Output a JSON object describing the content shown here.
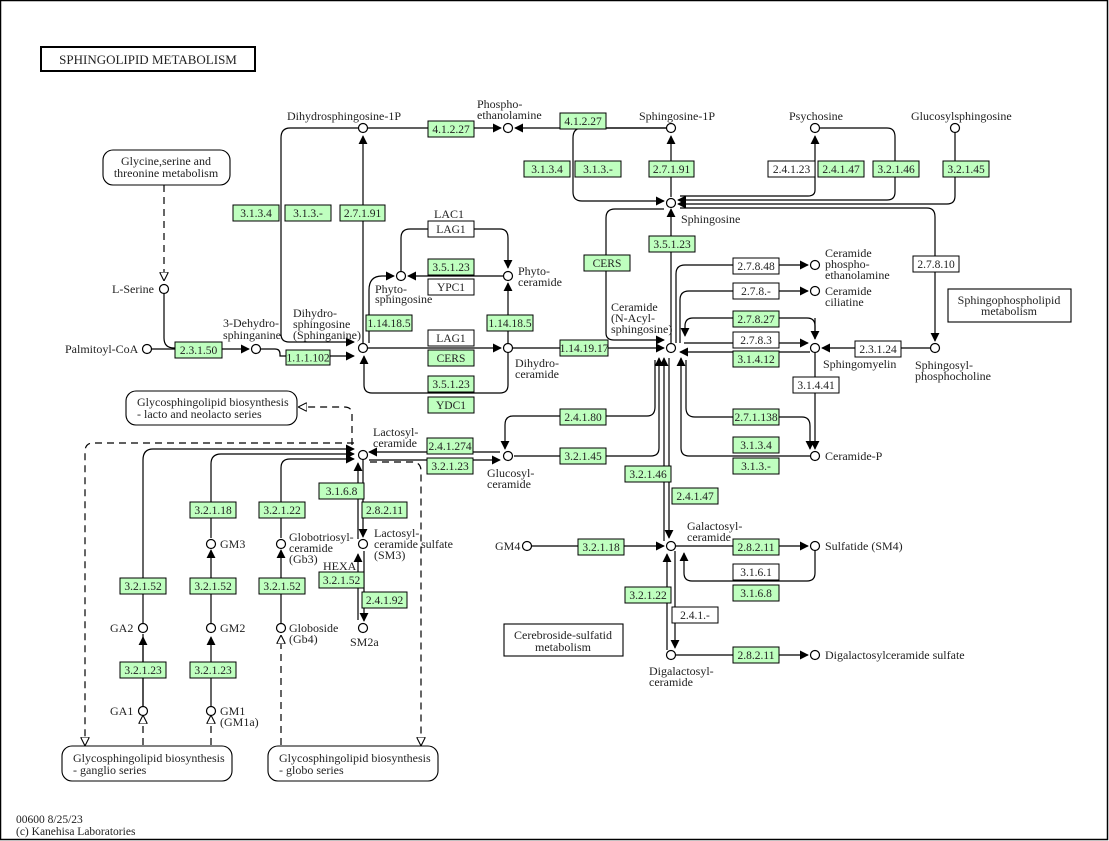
{
  "title": "SPHINGOLIPID  METABOLISM",
  "footer": {
    "line1": "00600 8/25/23",
    "line2": "(c) Kanehisa Laboratories"
  },
  "colors": {
    "enzyme_found": "#bfffbf",
    "enzyme_absent": "#ffffff",
    "line": "#000000"
  },
  "maps": [
    {
      "id": "gly_ser_thr",
      "lines": [
        "Glycine,serine and",
        "threonine metabolism"
      ]
    },
    {
      "id": "gsl_lacto",
      "lines": [
        "Glycosphingolipid biosynthesis",
        "- lacto and neolacto series"
      ]
    },
    {
      "id": "gsl_ganglio",
      "lines": [
        "Glycosphingolipid biosynthesis",
        "- ganglio series"
      ]
    },
    {
      "id": "gsl_globo",
      "lines": [
        "Glycosphingolipid biosynthesis",
        "- globo series"
      ]
    },
    {
      "id": "sphingophospholipid",
      "lines": [
        "Sphingophospholipid",
        "metabolism"
      ]
    },
    {
      "id": "cerebroside_sulfatide",
      "lines": [
        "Cerebroside-sulfatid",
        "metabolism"
      ]
    }
  ],
  "compounds": [
    {
      "id": "l_serine",
      "lines": [
        "L-Serine"
      ]
    },
    {
      "id": "palmitoyl_coa",
      "lines": [
        "Palmitoyl-CoA"
      ]
    },
    {
      "id": "dehydrosphinganine",
      "lines": [
        "3-Dehydro-",
        "sphinganine"
      ]
    },
    {
      "id": "sphinganine",
      "lines": [
        "Dihydro-",
        "sphingosine",
        "(Sphinganine)"
      ]
    },
    {
      "id": "sphinganine_1p",
      "lines": [
        "Dihydrosphingosine-1P"
      ]
    },
    {
      "id": "phosphoethanolamine",
      "lines": [
        "Phospho-",
        "ethanolamine"
      ]
    },
    {
      "id": "sphingosine_1p",
      "lines": [
        "Sphingosine-1P"
      ]
    },
    {
      "id": "psychosine",
      "lines": [
        "Psychosine"
      ]
    },
    {
      "id": "glucosylsphingosine",
      "lines": [
        "Glucosylsphingosine"
      ]
    },
    {
      "id": "sphingosine",
      "lines": [
        "Sphingosine"
      ]
    },
    {
      "id": "phytosphingosine",
      "lines": [
        "Phyto-",
        "sphingosine"
      ]
    },
    {
      "id": "phytoceramide",
      "lines": [
        "Phyto-",
        "ceramide"
      ]
    },
    {
      "id": "dihydroceramide",
      "lines": [
        "Dihydro-",
        "ceramide"
      ]
    },
    {
      "id": "ceramide",
      "lines": [
        "Ceramide",
        "(N-Acyl-",
        "sphingosine)"
      ]
    },
    {
      "id": "cer_pe",
      "lines": [
        "Ceramide",
        "phospho-",
        "ethanolamine"
      ]
    },
    {
      "id": "cer_ciliatine",
      "lines": [
        "Ceramide",
        "ciliatine"
      ]
    },
    {
      "id": "sphingomyelin",
      "lines": [
        "Sphingomyelin"
      ]
    },
    {
      "id": "sphingosylpc",
      "lines": [
        "Sphingosyl-",
        "phosphocholine"
      ]
    },
    {
      "id": "ceramide_p",
      "lines": [
        "Ceramide-P"
      ]
    },
    {
      "id": "lactosylceramide",
      "lines": [
        "Lactosyl-",
        "ceramide"
      ]
    },
    {
      "id": "glucosylceramide",
      "lines": [
        "Glucosyl-",
        "ceramide"
      ]
    },
    {
      "id": "galactosylceramide",
      "lines": [
        "Galactosyl-",
        "ceramide"
      ]
    },
    {
      "id": "gm4",
      "lines": [
        "GM4"
      ]
    },
    {
      "id": "sulfatide",
      "lines": [
        "Sulfatide (SM4)"
      ]
    },
    {
      "id": "digalactosylceramide",
      "lines": [
        "Digalactosyl-",
        "ceramide"
      ]
    },
    {
      "id": "digal_sulfate",
      "lines": [
        "Digalactosylceramide sulfate"
      ]
    },
    {
      "id": "gm3",
      "lines": [
        "GM3"
      ]
    },
    {
      "id": "gb3",
      "lines": [
        "Globotriosyl-",
        "ceramide",
        "(Gb3)"
      ]
    },
    {
      "id": "sm3",
      "lines": [
        "Lactosyl-",
        "ceramide sulfate",
        "(SM3)"
      ]
    },
    {
      "id": "ga2",
      "lines": [
        "GA2"
      ]
    },
    {
      "id": "gm2",
      "lines": [
        "GM2"
      ]
    },
    {
      "id": "gb4",
      "lines": [
        "Globoside",
        "(Gb4)"
      ]
    },
    {
      "id": "sm2a",
      "lines": [
        "SM2a"
      ]
    },
    {
      "id": "ga1",
      "lines": [
        "GA1"
      ]
    },
    {
      "id": "gm1",
      "lines": [
        "GM1",
        "(GM1a)"
      ]
    }
  ],
  "gene_labels": [
    {
      "id": "lac1",
      "text": "LAC1"
    },
    {
      "id": "hexa",
      "text": "HEXA"
    }
  ],
  "enzymes": [
    {
      "id": "e_23150",
      "label": "2.3.1.50",
      "found": true
    },
    {
      "id": "e_111102",
      "label": "1.1.1.102",
      "found": true
    },
    {
      "id": "e_3134_a",
      "label": "3.1.3.4",
      "found": true
    },
    {
      "id": "e_313_a",
      "label": "3.1.3.-",
      "found": true
    },
    {
      "id": "e_27191_a",
      "label": "2.7.1.91",
      "found": true
    },
    {
      "id": "e_41227_a",
      "label": "4.1.2.27",
      "found": true
    },
    {
      "id": "e_41227_b",
      "label": "4.1.2.27",
      "found": true
    },
    {
      "id": "e_3134_b",
      "label": "3.1.3.4",
      "found": true
    },
    {
      "id": "e_313_b",
      "label": "3.1.3.-",
      "found": true
    },
    {
      "id": "e_27191_b",
      "label": "2.7.1.91",
      "found": true
    },
    {
      "id": "e_24123",
      "label": "2.4.1.23",
      "found": false
    },
    {
      "id": "e_24147_a",
      "label": "2.4.1.47",
      "found": true
    },
    {
      "id": "e_32146_a",
      "label": "3.2.1.46",
      "found": true
    },
    {
      "id": "e_32145_a",
      "label": "3.2.1.45",
      "found": true
    },
    {
      "id": "e_lag1_a",
      "label": "LAG1",
      "found": false
    },
    {
      "id": "e_35123_a",
      "label": "3.5.1.23",
      "found": true
    },
    {
      "id": "e_ypc1",
      "label": "YPC1",
      "found": false
    },
    {
      "id": "e_114185_a",
      "label": "1.14.18.5",
      "found": true
    },
    {
      "id": "e_114185_b",
      "label": "1.14.18.5",
      "found": true
    },
    {
      "id": "e_lag1_b",
      "label": "LAG1",
      "found": false
    },
    {
      "id": "e_cers_a",
      "label": "CERS",
      "found": true
    },
    {
      "id": "e_35123_b",
      "label": "3.5.1.23",
      "found": true
    },
    {
      "id": "e_ydc1",
      "label": "YDC1",
      "found": true
    },
    {
      "id": "e_1141917",
      "label": "1.14.19.17",
      "found": true
    },
    {
      "id": "e_cers_b",
      "label": "CERS",
      "found": true
    },
    {
      "id": "e_35123_c",
      "label": "3.5.1.23",
      "found": true
    },
    {
      "id": "e_27848",
      "label": "2.7.8.48",
      "found": false
    },
    {
      "id": "e_278",
      "label": "2.7.8.-",
      "found": false
    },
    {
      "id": "e_27827",
      "label": "2.7.8.27",
      "found": true
    },
    {
      "id": "e_2783",
      "label": "2.7.8.3",
      "found": false
    },
    {
      "id": "e_31412",
      "label": "3.1.4.12",
      "found": true
    },
    {
      "id": "e_27810",
      "label": "2.7.8.10",
      "found": false
    },
    {
      "id": "e_23124",
      "label": "2.3.1.24",
      "found": false
    },
    {
      "id": "e_31441",
      "label": "3.1.4.41",
      "found": false
    },
    {
      "id": "e_271138",
      "label": "2.7.1.138",
      "found": true
    },
    {
      "id": "e_3134_c",
      "label": "3.1.3.4",
      "found": true
    },
    {
      "id": "e_313_c",
      "label": "3.1.3.-",
      "found": true
    },
    {
      "id": "e_24180",
      "label": "2.4.1.80",
      "found": true
    },
    {
      "id": "e_32145_b",
      "label": "3.2.1.45",
      "found": true
    },
    {
      "id": "e_241274",
      "label": "2.4.1.274",
      "found": true
    },
    {
      "id": "e_32123_a",
      "label": "3.2.1.23",
      "found": true
    },
    {
      "id": "e_32146_b",
      "label": "3.2.1.46",
      "found": true
    },
    {
      "id": "e_24147_b",
      "label": "2.4.1.47",
      "found": true
    },
    {
      "id": "e_32118_a",
      "label": "3.2.1.18",
      "found": true
    },
    {
      "id": "e_28211_a",
      "label": "2.8.2.11",
      "found": true
    },
    {
      "id": "e_3161",
      "label": "3.1.6.1",
      "found": false
    },
    {
      "id": "e_3168_a",
      "label": "3.1.6.8",
      "found": true
    },
    {
      "id": "e_32122_a",
      "label": "3.2.1.22",
      "found": true
    },
    {
      "id": "e_241",
      "label": "2.4.1.-",
      "found": false
    },
    {
      "id": "e_28211_b",
      "label": "2.8.2.11",
      "found": true
    },
    {
      "id": "e_32118_b",
      "label": "3.2.1.18",
      "found": true
    },
    {
      "id": "e_32122_b",
      "label": "3.2.1.22",
      "found": true
    },
    {
      "id": "e_3168_b",
      "label": "3.1.6.8",
      "found": true
    },
    {
      "id": "e_28211_c",
      "label": "2.8.2.11",
      "found": true
    },
    {
      "id": "e_32152_a",
      "label": "3.2.1.52",
      "found": true
    },
    {
      "id": "e_32152_b",
      "label": "3.2.1.52",
      "found": true
    },
    {
      "id": "e_32152_c",
      "label": "3.2.1.52",
      "found": true
    },
    {
      "id": "e_32152_d",
      "label": "3.2.1.52",
      "found": true
    },
    {
      "id": "e_24192",
      "label": "2.4.1.92",
      "found": true
    },
    {
      "id": "e_32123_b",
      "label": "3.2.1.23",
      "found": true
    },
    {
      "id": "e_32123_c",
      "label": "3.2.1.23",
      "found": true
    }
  ]
}
